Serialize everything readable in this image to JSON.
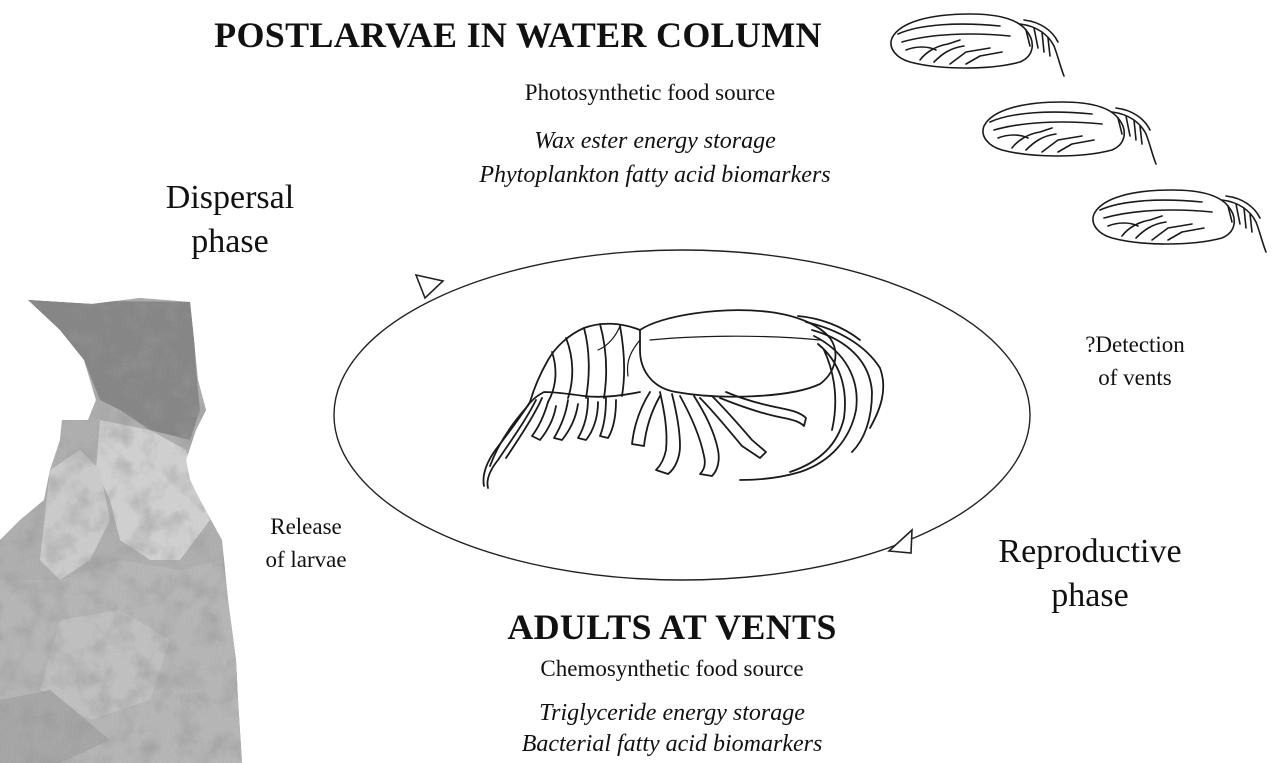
{
  "top": {
    "title": "POSTLARVAE IN WATER COLUMN",
    "food_source": "Photosynthetic food source",
    "storage": "Wax ester energy storage",
    "biomarkers": "Phytoplankton fatty acid biomarkers"
  },
  "bottom": {
    "title": "ADULTS AT VENTS",
    "food_source": "Chemosynthetic food source",
    "storage": "Triglyceride energy storage",
    "biomarkers": "Bacterial fatty acid biomarkers"
  },
  "dispersal": {
    "line1": "Dispersal",
    "line2": "phase"
  },
  "reproductive": {
    "line1": "Reproductive",
    "line2": "phase"
  },
  "detection": {
    "line1": "?Detection",
    "line2": "of vents"
  },
  "release": {
    "line1": "Release",
    "line2": "of larvae"
  },
  "icons": {
    "vent_chimney": "vent-chimney-photo",
    "adult_shrimp": "adult-shrimp-drawing",
    "postlarva": "postlarva-shrimp-drawing",
    "cycle": "cycle-ellipse-with-arrows"
  }
}
